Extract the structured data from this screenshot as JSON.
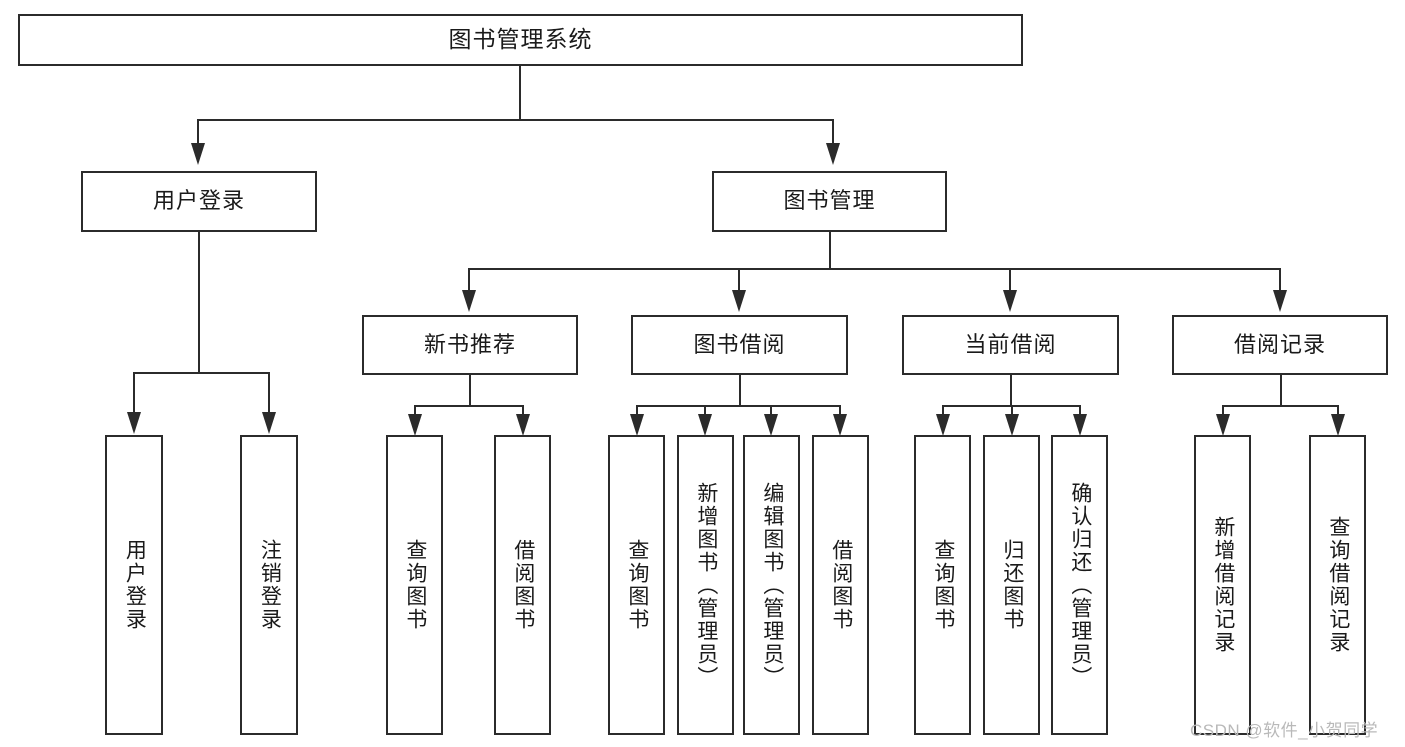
{
  "diagram": {
    "title": "图书管理系统",
    "type": "tree-hierarchy",
    "levels": {
      "root": "图书管理系统",
      "level2": [
        "用户登录",
        "图书管理"
      ],
      "level3": [
        "新书推荐",
        "图书借阅",
        "当前借阅",
        "借阅记录"
      ]
    },
    "nodes": {
      "root": {
        "label": "图书管理系统"
      },
      "user_login": {
        "label": "用户登录"
      },
      "book_manage": {
        "label": "图书管理"
      },
      "new_book_rec": {
        "label": "新书推荐"
      },
      "book_borrow": {
        "label": "图书借阅"
      },
      "current_borrow": {
        "label": "当前借阅"
      },
      "borrow_record": {
        "label": "借阅记录"
      }
    },
    "leaves": {
      "user_login": [
        {
          "label": "用户登录"
        },
        {
          "label": "注销登录"
        }
      ],
      "new_book_rec": [
        {
          "label": "查询图书"
        },
        {
          "label": "借阅图书"
        }
      ],
      "book_borrow": [
        {
          "label": "查询图书"
        },
        {
          "label": "新增图书（管理员）"
        },
        {
          "label": "编辑图书（管理员）"
        },
        {
          "label": "借阅图书"
        }
      ],
      "current_borrow": [
        {
          "label": "查询图书"
        },
        {
          "label": "归还图书"
        },
        {
          "label": "确认归还（管理员）"
        }
      ],
      "borrow_record": [
        {
          "label": "新增借阅记录"
        },
        {
          "label": "查询借阅记录"
        }
      ]
    },
    "watermark": "CSDN @软件_小贺同学",
    "colors": {
      "stroke": "#2b2b2b",
      "fill": "#ffffff",
      "text": "#1a1a1a",
      "watermark": "#b9b9b9"
    }
  }
}
